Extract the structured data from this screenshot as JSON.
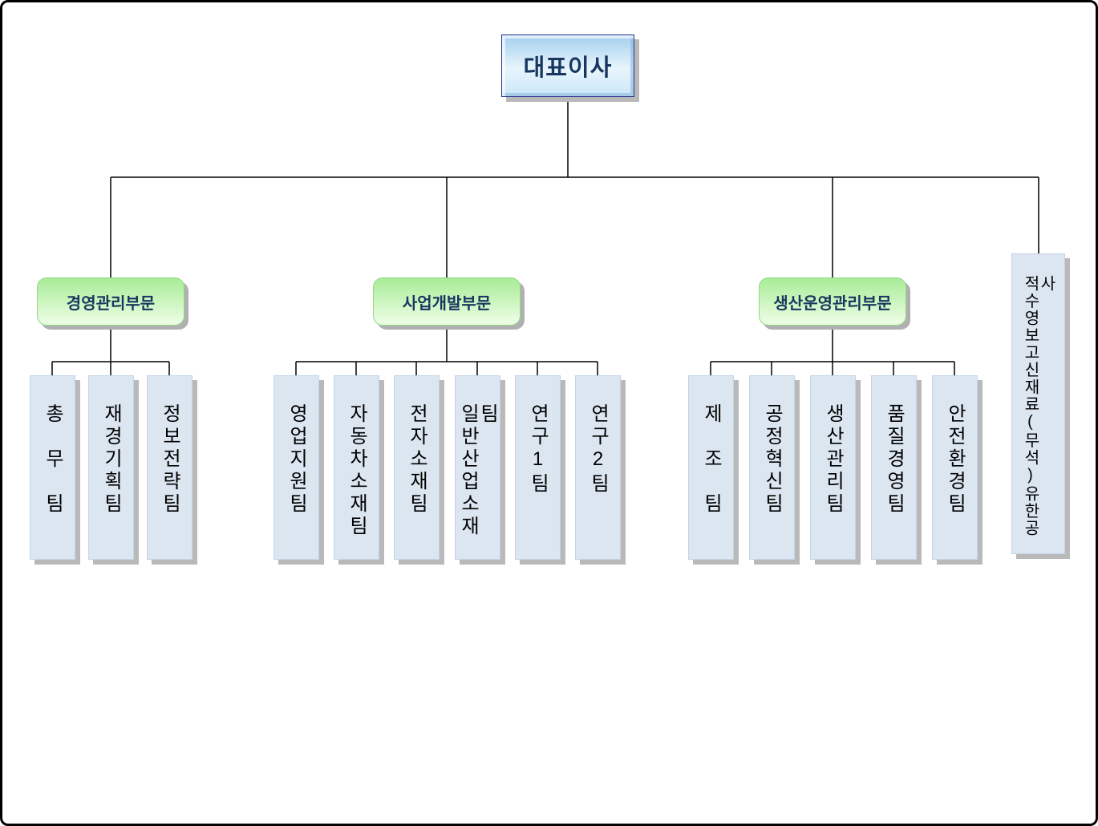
{
  "org_chart": {
    "root": {
      "label": "대표이사"
    },
    "divisions": [
      {
        "label": "경영관리부문",
        "teams": [
          "총무팀",
          "재경기획팀",
          "정보전략팀"
        ]
      },
      {
        "label": "사업개발부문",
        "teams": [
          "영업지원팀",
          "자동차소재팀",
          "전자소재팀",
          "일반산업소재팀",
          "연구1팀",
          "연구2팀"
        ]
      },
      {
        "label": "생산운영관리부문",
        "teams": [
          "제조팀",
          "공정혁신팀",
          "생산관리팀",
          "품질경영팀",
          "안전환경팀"
        ]
      }
    ],
    "subsidiary": {
      "label": "적수영보고신재료(무석)유한공사"
    },
    "colors": {
      "root_fill": "#badcf2",
      "division_fill": "#b2ee9f",
      "team_fill": "#dce6f1",
      "label_navy": "#17375e",
      "team_text": "#000000",
      "connector": "#000000",
      "shadow": "#b9b9b9",
      "page_border": "#000000"
    }
  }
}
